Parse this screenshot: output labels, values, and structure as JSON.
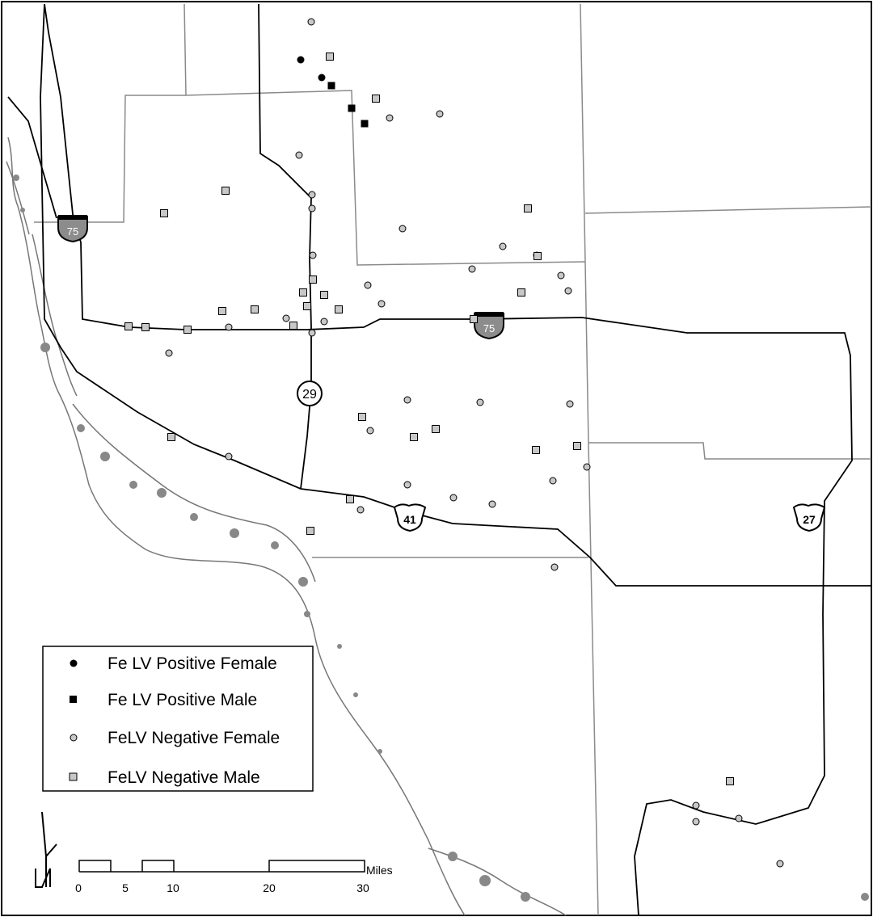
{
  "legend": {
    "items": [
      {
        "label": "Fe LV Positive Female",
        "symbol": "filled-circle"
      },
      {
        "label": "Fe LV Positive Male",
        "symbol": "filled-square"
      },
      {
        "label": "FeLV Negative Female",
        "symbol": "open-circle"
      },
      {
        "label": "FeLV Negative Male",
        "symbol": "open-square"
      }
    ]
  },
  "scale_bar": {
    "unit": "Miles",
    "ticks": [
      "0",
      "5",
      "10",
      "20",
      "30"
    ]
  },
  "road_labels": {
    "i75_west": "75",
    "i75_east": "75",
    "sr29": "29",
    "us41": "41",
    "us27": "27"
  },
  "colors": {
    "road": "#000000",
    "county_border": "#8a8a8a",
    "coastline": "#777777",
    "negative_symbol_fill": "#c8c8c8",
    "interstate_shield": "#8c8c8c"
  },
  "icons": {
    "north_arrow": "north-arrow-icon",
    "interstate": "interstate-shield-icon",
    "us_route": "us-route-shield-icon",
    "state_route": "state-route-circle-icon"
  }
}
